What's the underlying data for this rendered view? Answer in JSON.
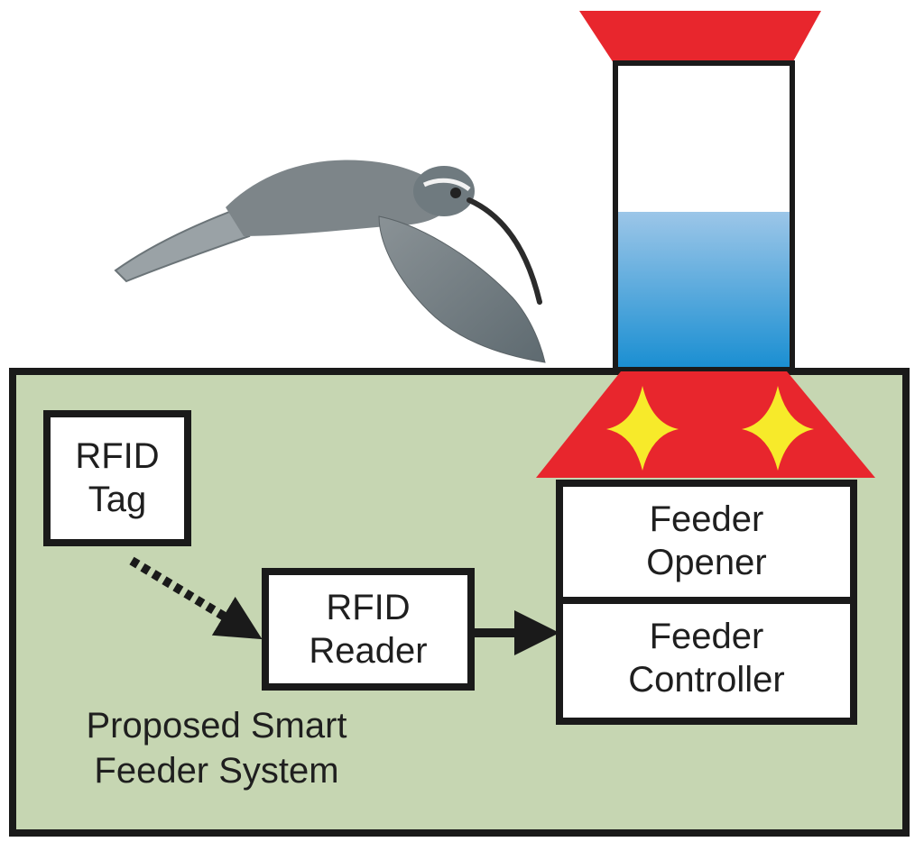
{
  "diagram": {
    "system_label": [
      "Proposed Smart",
      "Feeder System"
    ],
    "rfid_tag": {
      "lines": [
        "RFID",
        "Tag"
      ]
    },
    "rfid_reader": {
      "lines": [
        "RFID",
        "Reader"
      ]
    },
    "feeder_opener": {
      "lines": [
        "Feeder",
        "Opener"
      ]
    },
    "feeder_controller": {
      "lines": [
        "Feeder",
        "Controller"
      ]
    }
  },
  "colors": {
    "system_fill": "#c6d6b2",
    "outline": "#1a1a1a",
    "feeder_red": "#e8262d",
    "flower_yellow": "#f7ea2a",
    "nectar_top": "#9cc6e8",
    "nectar_bottom": "#1b8fd2",
    "bird_body": "#7d8589"
  }
}
